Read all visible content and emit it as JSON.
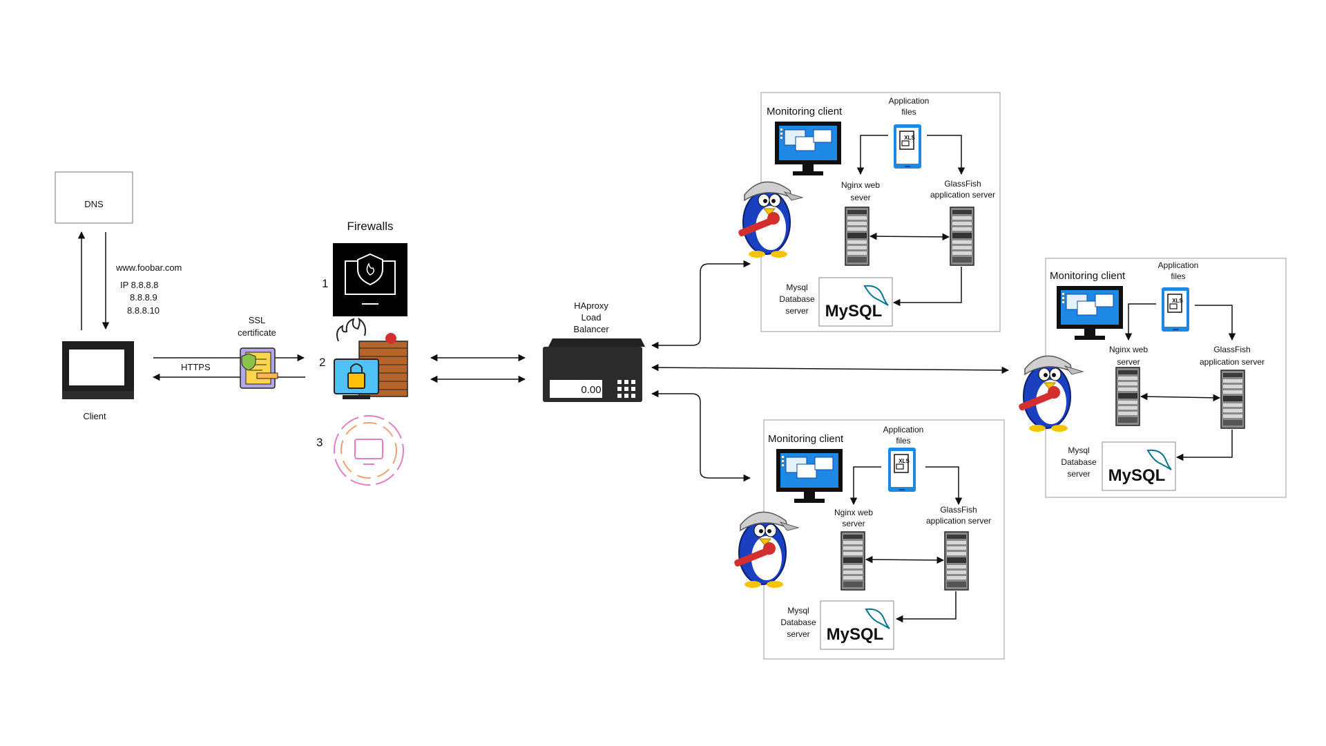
{
  "dns": {
    "label": "DNS"
  },
  "dns_query": {
    "domain": "www.foobar.com",
    "ip1": "IP 8.8.8.8",
    "ip2": "8.8.8.9",
    "ip3": "8.8.8.10"
  },
  "client": {
    "label": "Client"
  },
  "https": {
    "label": "HTTPS"
  },
  "ssl": {
    "line1": "SSL",
    "line2": "certificate"
  },
  "firewalls": {
    "title": "Firewalls",
    "n1": "1",
    "n2": "2",
    "n3": "3"
  },
  "load_balancer": {
    "line1": "HAproxy",
    "line2": "Load",
    "line3": "Balancer",
    "display": "0.00"
  },
  "server_block": {
    "monitoring": "Monitoring client",
    "app_files_1": "Application",
    "app_files_2": "files",
    "nginx_1": "Nginx web",
    "nginx_2": "sever",
    "nginx_2_alt": "server",
    "glassfish_1": "GlassFish",
    "glassfish_2": "application server",
    "mysql_1": "Mysql",
    "mysql_2": "Database",
    "mysql_3": "server",
    "mysql_logo": "MySQL",
    "xls": "XLS"
  },
  "colors": {
    "monitor_blue": "#1e88e5",
    "penguin_blue": "#1a3fbf",
    "penguin_yellow": "#f5c400",
    "wrench_red": "#d32f2f",
    "mysql_blue": "#00758f",
    "mysql_orange": "#f29111",
    "brick": "#b5652b"
  }
}
